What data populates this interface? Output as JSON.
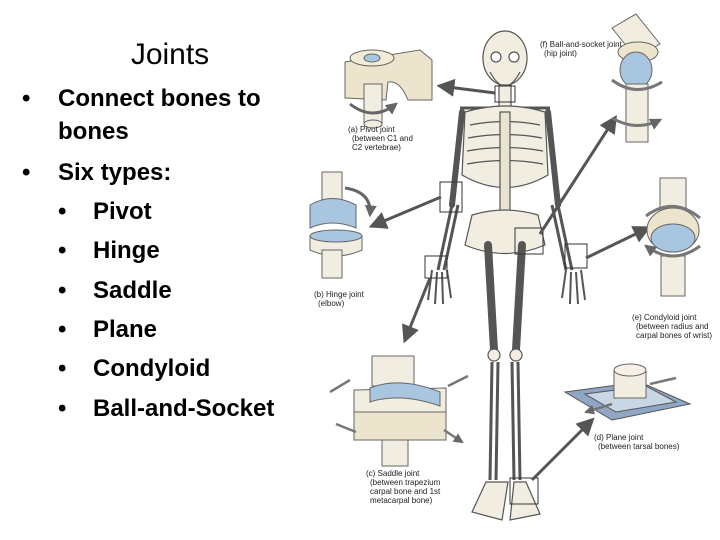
{
  "slide": {
    "title": "Joints",
    "bullets": [
      {
        "text_line1": "Connect bones to",
        "text_line2": "bones"
      },
      {
        "text": "Six types:"
      }
    ],
    "sub_bullets": [
      "Pivot",
      "Hinge",
      "Saddle",
      "Plane",
      "Condyloid",
      "Ball-and-Socket"
    ],
    "bullet_char": "•"
  },
  "figure": {
    "captions": {
      "pivot": [
        "(a) Pivot joint",
        "(between C1 and",
        "C2 vertebrae)"
      ],
      "hinge": [
        "(b) Hinge joint",
        "(elbow)"
      ],
      "saddle": [
        "(c) Saddle joint",
        "(between trapezium",
        "carpal bone and 1st",
        "metacarpal bone)"
      ],
      "plane": [
        "(d) Plane joint",
        "(between tarsal bones)"
      ],
      "condyloid": [
        "(e) Condyloid joint",
        "(between radius and",
        "carpal bones of wrist)"
      ],
      "ball": [
        "(f) Ball-and-socket joint",
        "(hip joint)"
      ]
    },
    "colors": {
      "bone": "#f1ede0",
      "bone_outline": "#555555",
      "joint_blue": "#a9c6e0",
      "arrow": "#555555",
      "plane_plate": "#8fa6c4"
    }
  }
}
